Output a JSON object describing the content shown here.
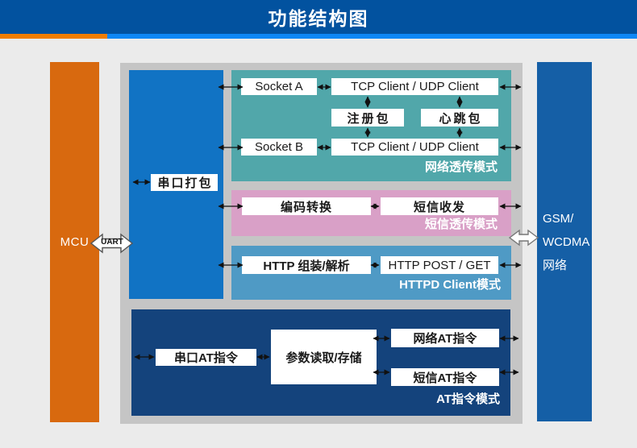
{
  "title": "功能结构图",
  "colors": {
    "bg": "#EBEBEB",
    "header_blue": "#02529F",
    "strip_orange": "#F07D00",
    "strip_blue": "#0E87F5",
    "container_gray": "#C5C5C5",
    "mcu_orange": "#D8690F",
    "serial_blue": "#1173C4",
    "net_blue": "#155FA6",
    "teal": "#51A7AA",
    "pink": "#D9A0C7",
    "httpd_blue": "#4F9AC5",
    "at_navy": "#14437C"
  },
  "mcu": {
    "label": "MCU"
  },
  "uart": {
    "label": "UART"
  },
  "network_bar": {
    "line1": "GSM/",
    "line2": "WCDMA",
    "line3": "网络"
  },
  "serial_pack": {
    "label": "串口打包"
  },
  "panels": {
    "net_mode": {
      "title": "网络透传模式",
      "socket_a": "Socket A",
      "tcp_udp_1": "TCP Client / UDP Client",
      "register_pkt": "注册包",
      "heartbeat_pkt": "心跳包",
      "socket_b": "Socket B",
      "tcp_udp_2": "TCP Client / UDP Client"
    },
    "sms_mode": {
      "title": "短信透传模式",
      "encode_convert": "编码转换",
      "sms_sendrecv": "短信收发"
    },
    "httpd_mode": {
      "title": "HTTPD Client模式",
      "http_assemble": "HTTP 组装/解析",
      "http_postget": "HTTP POST / GET"
    },
    "at_mode": {
      "title": "AT指令模式",
      "serial_at": "串口AT指令",
      "param_store": "参数读取/存储",
      "net_at": "网络AT指令",
      "sms_at": "短信AT指令"
    }
  }
}
